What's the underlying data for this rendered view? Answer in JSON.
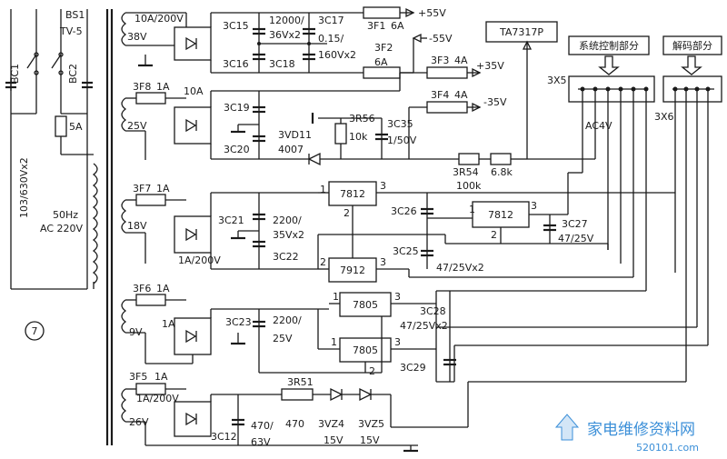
{
  "labels": {
    "bs1": "BS1",
    "tv5": "TV-5",
    "bc1": "BC1",
    "bc2": "BC2",
    "cap_main": "103/630Vx2",
    "fuse_main": "5A",
    "freq": "50Hz",
    "ac": "AC 220V",
    "circle_num": "7",
    "t_10a200v": "10A/200V",
    "t_38v": "38V",
    "c15": "3C15",
    "c16": "3C16",
    "c_12000": "12000/",
    "c_36vx2": "36Vx2",
    "c17": "3C17",
    "c17_val": "0.15/",
    "c17_v": "160Vx2",
    "c18": "3C18",
    "f1": "3F1",
    "f1_a": "6A",
    "f2": "3F2",
    "f2_a": "6A",
    "p55": "+55V",
    "n55": "-55V",
    "ic_ta": "TA7317P",
    "f3": "3F3",
    "f3_a": "4A",
    "p35": "+35V",
    "f4": "3F4",
    "f4_a": "4A",
    "n35": "-35V",
    "f8": "3F8",
    "f8_a": "1A",
    "b2_10a": "10A",
    "t_25v": "25V",
    "c19": "3C19",
    "c20": "3C20",
    "vd11": "3VD11",
    "vd11_t": "4007",
    "r56": "3R56",
    "r56_v": "10k",
    "c35": "3C35",
    "c35_v": "1/50V",
    "r54": "3R54",
    "r54_v": "100k",
    "r_68k": "6.8k",
    "sys_ctrl": "系统控制部分",
    "decode": "解码部分",
    "x5": "3X5",
    "x6": "3X6",
    "ac4v": "AC4V",
    "f7": "3F7",
    "f7_a": "1A",
    "t_18v": "18V",
    "c21": "3C21",
    "c22": "3C22",
    "c21_v": "2200/",
    "c21_v2": "35Vx2",
    "b3_1a200v": "1A/200V",
    "u7812a": "7812",
    "u7812b": "7812",
    "u7912": "7912",
    "c26": "3C26",
    "c25": "3C25",
    "c25_v": "47/25Vx2",
    "c27": "3C27",
    "c27_v": "47/25V",
    "f6": "3F6",
    "f6_a": "1A",
    "t_9v": "9V",
    "b4_1a": "1A",
    "c23": "3C23",
    "c23_v": "2200/",
    "c23_v2": "25V",
    "u7805a": "7805",
    "u7805b": "7805",
    "c28": "3C28",
    "c28_v": "47/25Vx2",
    "c29": "3C29",
    "f5": "3F5",
    "f5_a": "1A",
    "b5_1a200v": "1A/200V",
    "t_26v": "26V",
    "c12": "3C12",
    "c12_v": "470/",
    "c12_v2": "63V",
    "r51": "3R51",
    "r51_v": "470",
    "vz4": "3VZ4",
    "vz5": "3VZ5",
    "vz_v1": "15V",
    "vz_v2": "15V",
    "pin1": "1",
    "pin2": "2",
    "pin3": "3",
    "watermark_cn": "家电维修资料网",
    "watermark_url": "520101.com"
  },
  "colors": {
    "ink": "#1a1a1a",
    "watermark": "#3b8fd8"
  }
}
